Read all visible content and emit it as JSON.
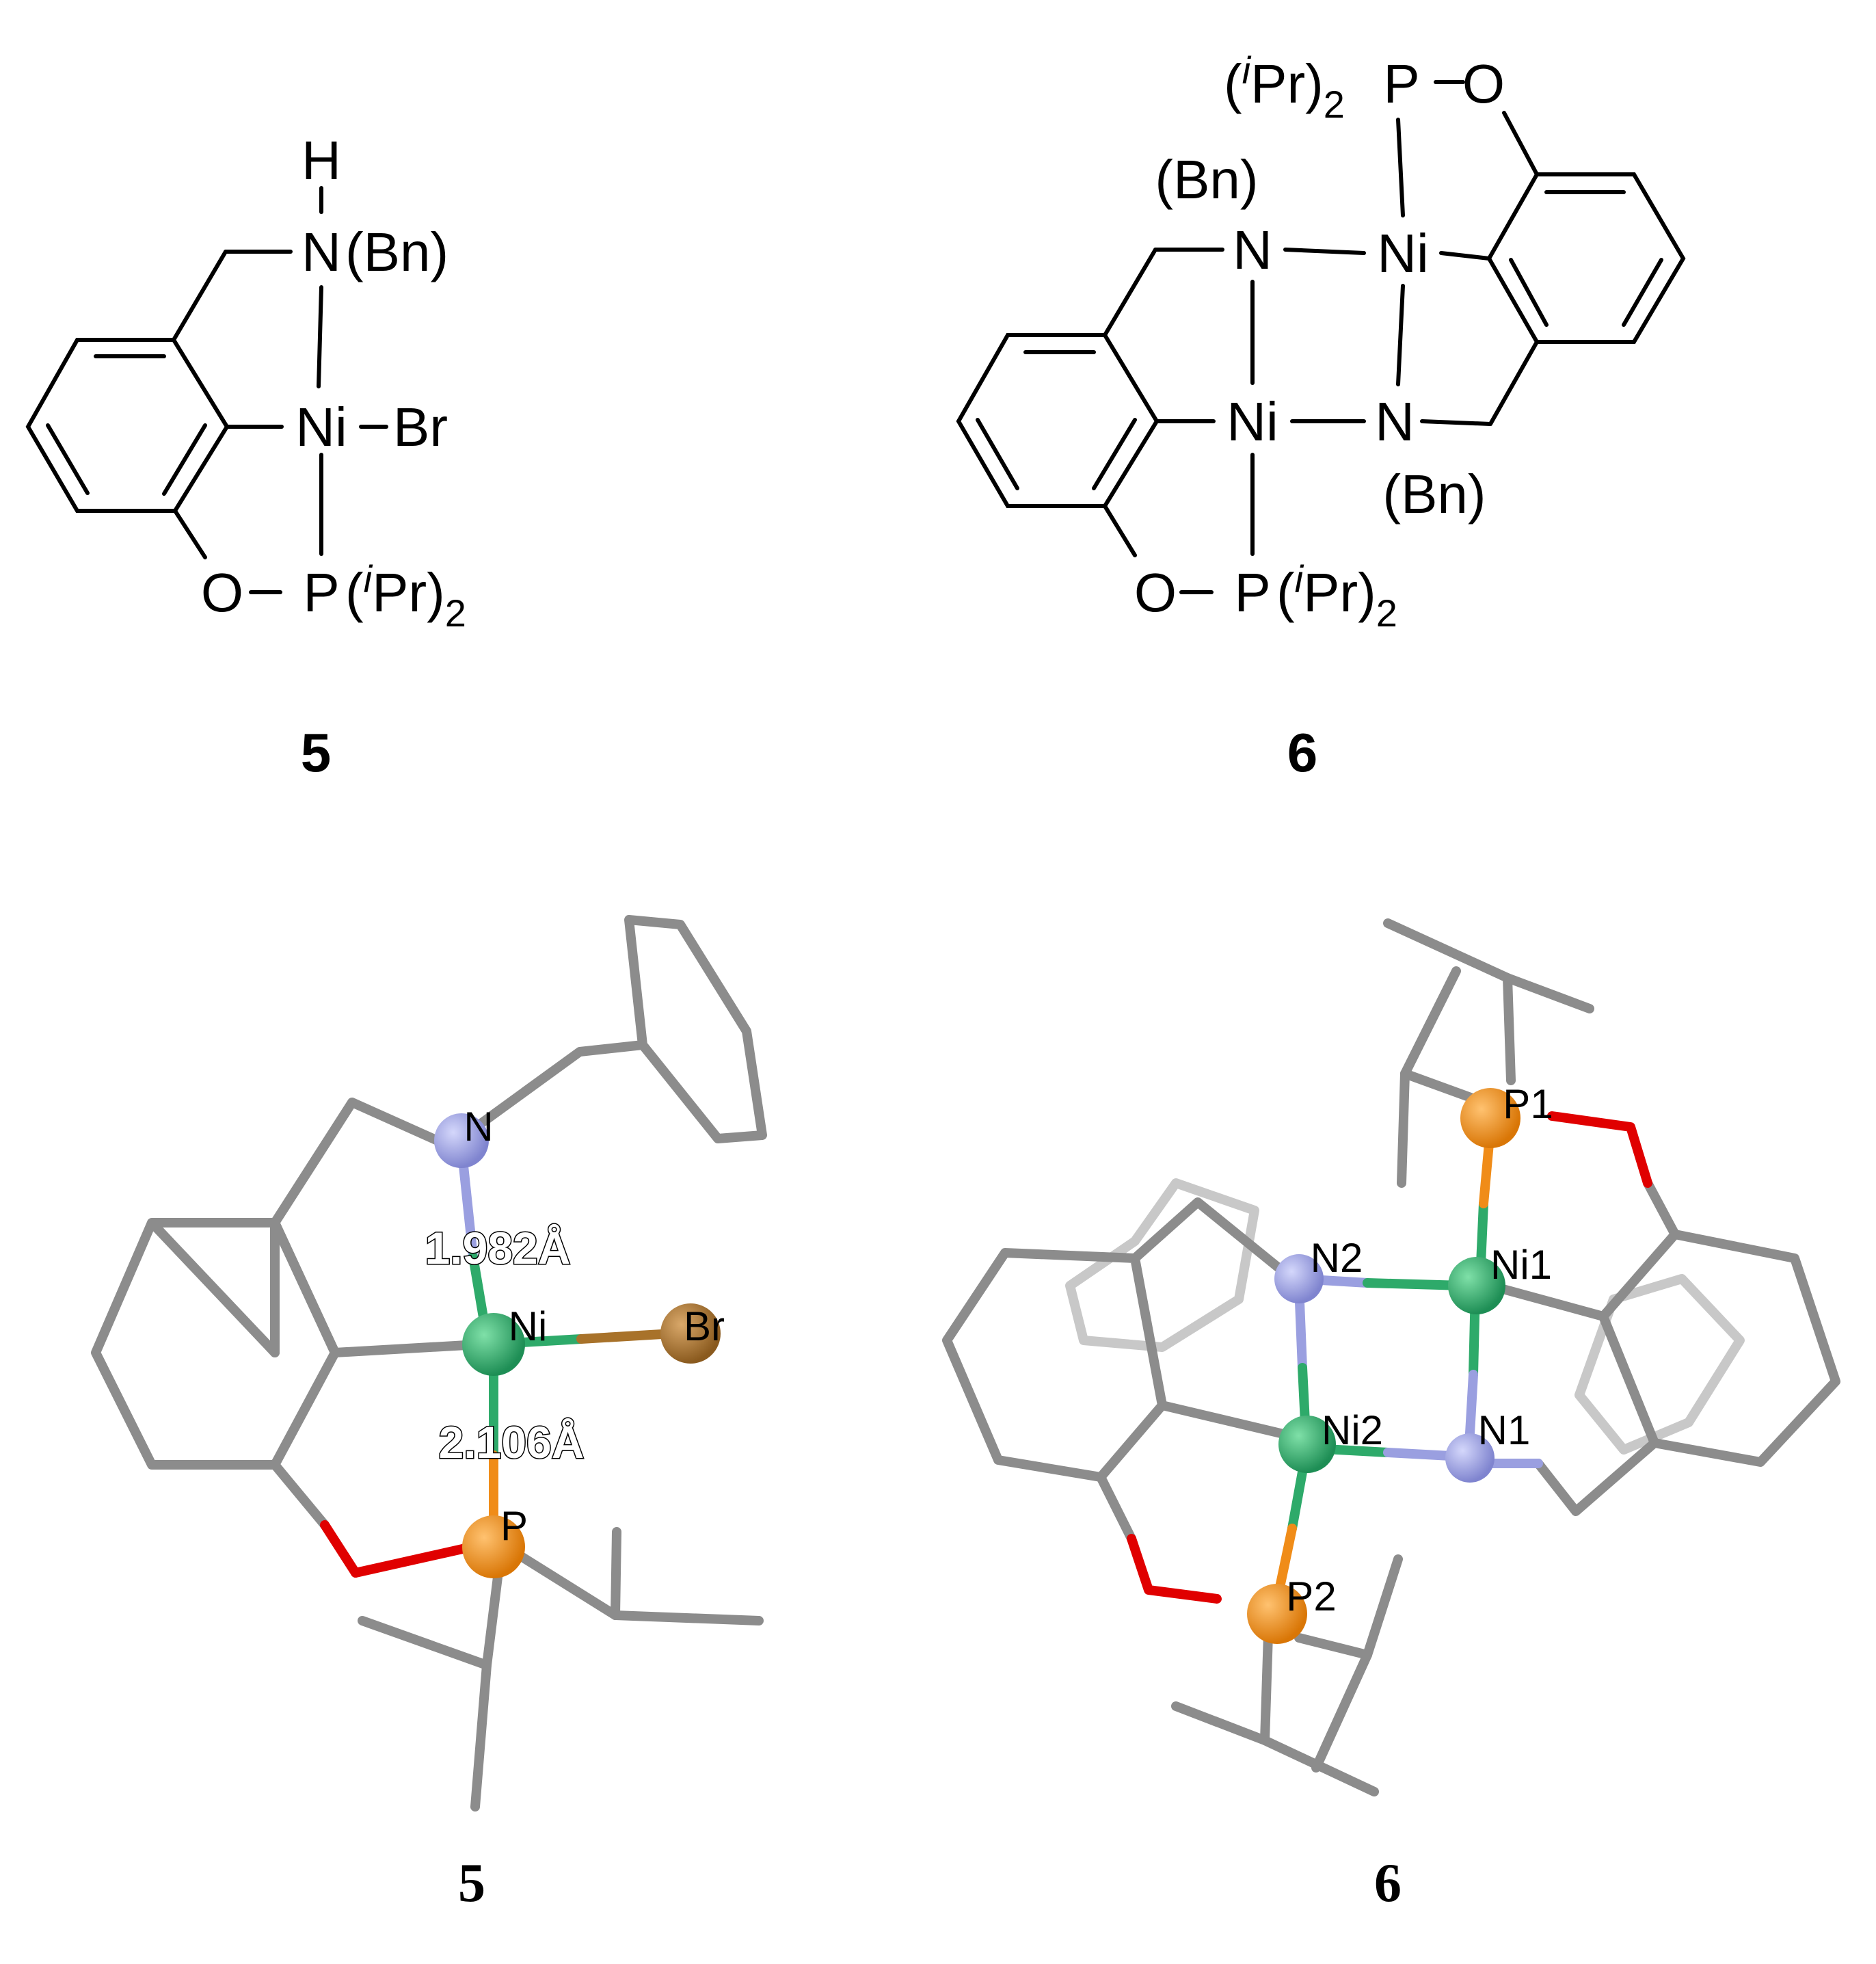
{
  "structure_5": {
    "atoms": {
      "H": "H",
      "N": "N",
      "N_sub": "(Bn)",
      "Ni": "Ni",
      "Br": "Br",
      "O": "O",
      "P": "P",
      "P_sub_open": "(",
      "P_sub_i": "i",
      "P_sub_pr": "Pr)",
      "P_sub_2": "2"
    },
    "number": "5"
  },
  "structure_6": {
    "atoms": {
      "top_P_open": "(",
      "top_P_i": "i",
      "top_P_pr": "Pr)",
      "top_P_2": "2",
      "top_P": "P",
      "top_O": "O",
      "bn_top": "(Bn)",
      "N_top": "N",
      "Ni_top": "Ni",
      "Ni_bottom": "Ni",
      "N_bottom": "N",
      "bn_bottom": "(Bn)",
      "O_bottom": "O",
      "P_bottom": "P",
      "bottom_P_open": "(",
      "bottom_P_i": "i",
      "bottom_P_pr": "Pr)",
      "bottom_P_2": "2"
    },
    "number": "6"
  },
  "crystal_5": {
    "labels": {
      "N": "N",
      "Ni": "Ni",
      "Br": "Br",
      "P": "P"
    },
    "distances": {
      "ni_n": "1.982Å",
      "ni_p": "2.106Å"
    },
    "number": "5"
  },
  "crystal_6": {
    "labels": {
      "P1": "P1",
      "N2": "N2",
      "Ni1": "Ni1",
      "Ni2": "Ni2",
      "N1": "N1",
      "P2": "P2"
    },
    "number": "6"
  },
  "colors": {
    "carbon": "#8c8c8c",
    "nickel": "#2eaa6a",
    "nitrogen": "#9a9fe0",
    "phosphorus": "#f08c18",
    "oxygen": "#e00000",
    "bromine": "#a8722a"
  }
}
